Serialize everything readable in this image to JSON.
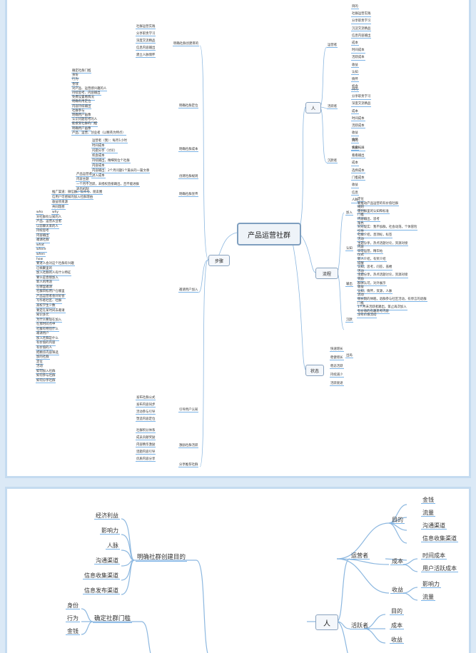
{
  "top": {
    "root": "产品运营社群",
    "branches": {
      "ren": "人",
      "liucheng": "流程",
      "zhuangtai": "状态",
      "buzhou": "步骤"
    },
    "ren": {
      "operator": "运营者",
      "active": "活跃者",
      "silent": "沉默者",
      "op_items": [
        "目的",
        "社群运营实践",
        "分享职责学习",
        "沉淀交流精品",
        "信息内容输出",
        "成本",
        "时间成本",
        "活跃成本",
        "收益",
        "认知",
        "情怀",
        "机会"
      ],
      "act_items": [
        "目的",
        "分享职责学习",
        "深度交流精品",
        "成本",
        "时间成本",
        "活跃成本",
        "收益",
        "情怀",
        "机会"
      ],
      "sil_items": [
        "目的",
        "认知拓展",
        "看看输出",
        "成本",
        "选择成本",
        "门槛成本",
        "收益",
        "信息",
        "人脉"
      ]
    },
    "flow": {
      "stages": [
        "加入",
        "认知",
        "输出",
        "沉默",
        "出局"
      ],
      "items": [
        "定位",
        "要推动产品运营的有价值社群",
        "规则",
        "需到群里的认知和标准",
        "门槛",
        "内容输出、思考",
        "角色",
        "对对现实：我不加群，社会动荡，个体冒险",
        "引导",
        "社群介绍，直顶标，标签",
        "活动",
        "主题分享，热点话题讨论，资源对接",
        "内容",
        "日常运营，精华帖",
        "仪式",
        "新人介绍，有奖介绍",
        "提醒",
        "认知，思考，问答，盖楼",
        "活动",
        "主题分享，热点话题讨论，资源对接",
        "奖励",
        "群体认可，对外展示",
        "收益",
        "认知，情怀，资源，人脉",
        "流动",
        "很长期的休眠，退群参与社区活动，有停言的退群",
        "门槛",
        "1个月未活跃者踢出，第止再次加入",
        "有价值的有趣思考内容",
        "没有价值流动"
      ]
    },
    "state": [
      "快速增长",
      "稳健增长",
      "稳态活跃",
      "持续减少",
      "活跃衰退"
    ],
    "steps": {
      "goal": "明确社群创建目的",
      "goal_items": [
        "社群运营实践",
        "分享职责学习",
        "深度交流精品",
        "信息内容输出",
        "建立人脉情怀"
      ],
      "position": "明确社群定位",
      "pos_items": [
        "确定社群门槛",
        "身份",
        "行为",
        "金钱",
        "对产品、运营感兴趣的人",
        "持续思考、内容输出",
        "免费设置看情况",
        "明确有用定位",
        "内容持续输出",
        "社群参与",
        "明确用户画像",
        "认识问题思考的人",
        "能接受社群的门槛",
        "明确用户画像",
        "产品、运营、创业者（以精英为特点）"
      ],
      "cost": "明确社群成本",
      "cost_items": [
        "运营者（我）：每月1小时",
        "时间成本",
        "问题分享（讨论）",
        "机会成本",
        "持续输出，精细到位个社群",
        "内容成本",
        "内容输出：2个月问题1个篇长的一篇文章",
        "进入成本"
      ],
      "rules": "创建社群规则",
      "rule_items": [
        "产品运营者",
        "内容主题",
        "一个月不活跃，未授权直接踢出，且不能进群",
        "退出机制"
      ],
      "promo": "明确社群宣传",
      "promo_items": [
        "推广渠道：微信群、公众号、朋友圈",
        "信用户可感知的加入社群理由",
        "收益项来源",
        "共同理想",
        "why"
      ],
      "invite": "邀请用户加入",
      "invite_items": [
        "who",
        "对社群有认知的人",
        "产品、运营从业者",
        "以前聊天来的人",
        "持续思考",
        "内容输出",
        "邀请社群",
        "what",
        "where",
        "when",
        "how",
        "要进人会对这个社群有兴趣",
        "已搞聚里的",
        "加入社群的人有什么特征",
        "要么是直接加入",
        "新人的用途",
        "在哪里邀请",
        "社群目标用户在哪里",
        "产品运营者会开好会",
        "写作者社区、社群",
        "高校学生少数",
        "要定在某时间去邀请",
        "知识多元",
        "为什么要现在加入",
        "在那时间点中",
        "社群有特别什么",
        "邀请用户",
        "加入社群是什么",
        "有价值的内容",
        "有价值的人",
        "把精华内容筛选",
        "加的社群",
        "定位",
        "活动",
        "如何加入社群",
        "如何参与社群",
        "如何分享社群"
      ],
      "guide": "引导用户认知",
      "guide_items": [
        "发布社群公式",
        "发布内容同步",
        "活动参与引导",
        "塑造内容定位"
      ],
      "activate": "激励社群活跃",
      "activate_items": [
        "社群积分体系",
        "成员贡献奖励",
        "内容精华激励",
        "话题内容引导",
        "优质内容分享"
      ],
      "share": "分享推荐社群"
    }
  },
  "bottom": {
    "goal": "明确社群创建目的",
    "goal_items": [
      "经济利益",
      "影响力",
      "人脉",
      "沟通渠道",
      "信息收集渠道",
      "信息发布渠道"
    ],
    "threshold": "确定社群门槛",
    "threshold_items": [
      "身份",
      "行为",
      "金钱"
    ],
    "ren": "人",
    "operator": "运营者",
    "active": "活跃者",
    "op_goal": "目的",
    "op_goal_items": [
      "金钱",
      "流量",
      "沟通渠道",
      "信息收集渠道"
    ],
    "op_cost": "成本",
    "op_cost_items": [
      "时间成本",
      "用户活跃成本"
    ],
    "op_gain": "收益",
    "op_gain_items": [
      "影响力",
      "流量"
    ],
    "act_items": [
      "目的",
      "成本",
      "收益"
    ]
  }
}
